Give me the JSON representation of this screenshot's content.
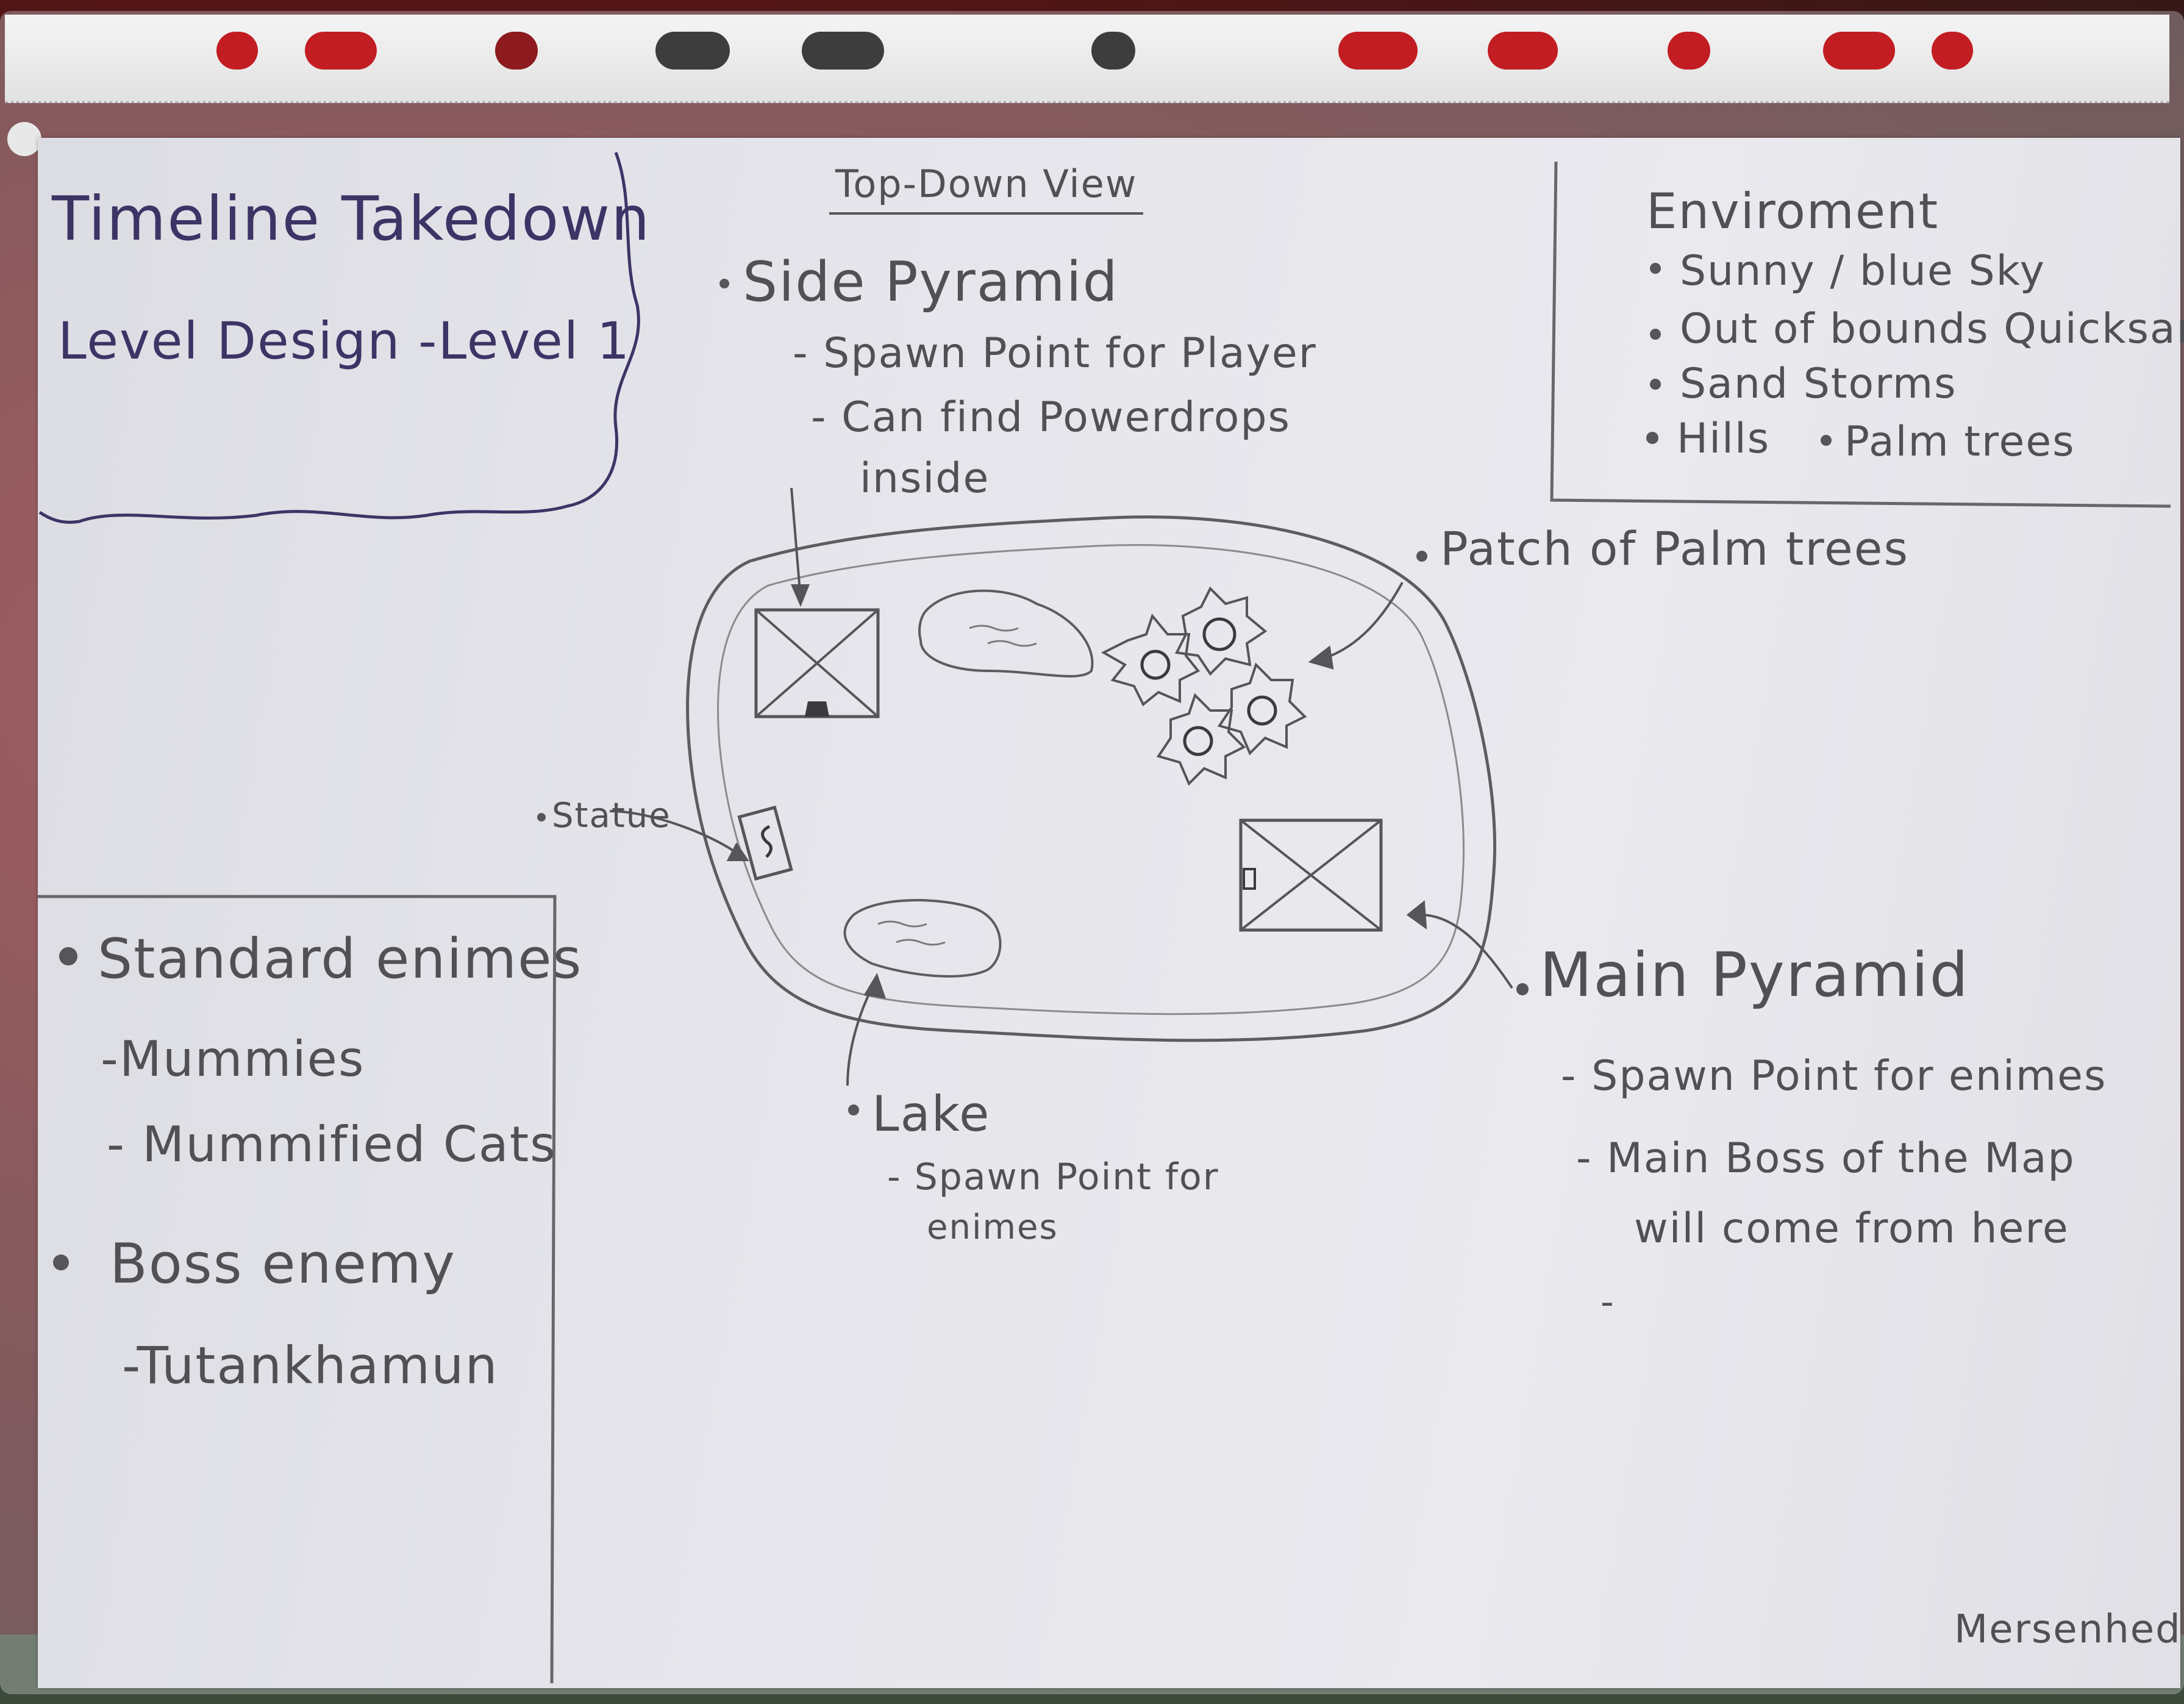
{
  "title_box": {
    "title": "Timeline Takedown",
    "subtitle": "Level Design -Level 1"
  },
  "view_label": "Top-Down View",
  "side_pyramid": {
    "heading": "Side Pyramid",
    "notes": [
      "- Spawn Point for Player",
      "- Can find Powerdrops",
      "inside"
    ]
  },
  "environment": {
    "heading": "Enviroment",
    "items": [
      "Sunny / blue Sky",
      "Out of bounds Quicksand",
      "Sand Storms",
      "Hills",
      "Palm trees"
    ]
  },
  "patch_label": "Patch of Palm trees",
  "statue_label": "Statue",
  "main_pyramid": {
    "heading": "Main Pyramid",
    "notes": [
      "- Spawn Point for enimes",
      "- Main Boss of the Map",
      "will come from here",
      "-"
    ]
  },
  "lake": {
    "heading": "Lake",
    "notes": [
      "- Spawn Point for",
      "enimes"
    ]
  },
  "enemies": {
    "standard_heading": "Standard enimes",
    "standard_items": [
      "-Mummies",
      "- Mummified Cats"
    ],
    "boss_heading": "Boss enemy",
    "boss_items": [
      "-Tutankhamun"
    ]
  },
  "signature": "Mersenhedge",
  "colors": {
    "paper": "#e6e6ec",
    "pencil": "#55555a",
    "pen": "#3d3466",
    "folder_red": "#8c1a1f"
  },
  "icons": [
    "pyramid-icon",
    "palm-tree-icon",
    "lake-icon",
    "statue-icon",
    "arrow-icon"
  ]
}
